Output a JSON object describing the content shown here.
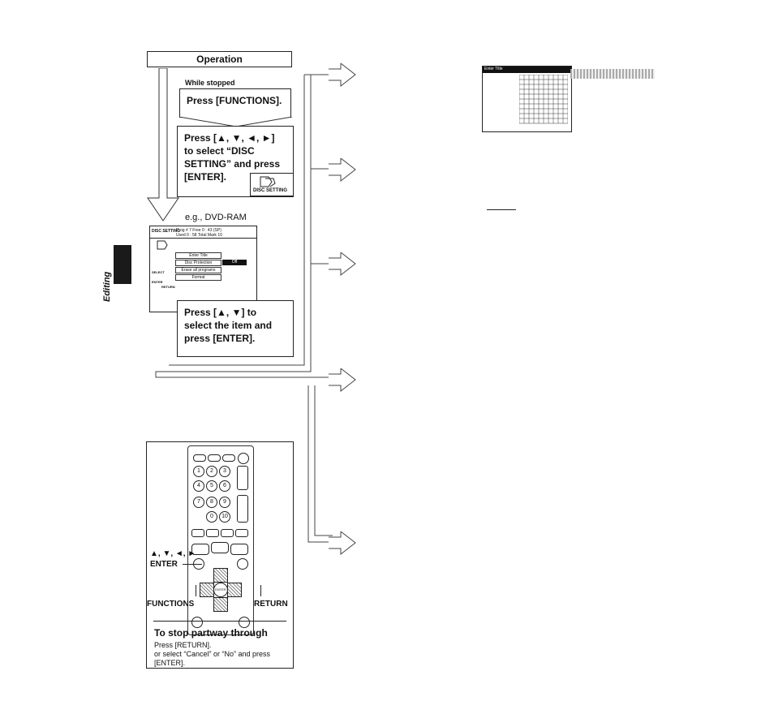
{
  "operation": {
    "title": "Operation",
    "condition": "While stopped"
  },
  "steps": [
    {
      "text": "Press [FUNCTIONS]."
    },
    {
      "text": "Press [▲, ▼, ◄, ►] to select “DISC SETTING” and press [ENTER]."
    },
    {
      "text": "Press [▲, ▼] to select the item and press [ENTER]."
    }
  ],
  "step2_icon_label": "DISC SETTING",
  "example": "e.g., DVD-RAM",
  "screen": {
    "title": "DISC SETTING",
    "info1": "Prog #   7      Free        0 : 43 (SP)",
    "info2": "Used     0 : 58  Total Mark  10",
    "items": [
      "Enter Title",
      "Disc Protection",
      "Erase all programs",
      "Format"
    ],
    "protection_value": "Off",
    "select_label": "SELECT",
    "enter_label": "ENTER",
    "return_label": "RETURN"
  },
  "enter_title_screen": {
    "title": "Enter Title"
  },
  "side_tab": "Editing",
  "remote": {
    "keys": [
      "1",
      "2",
      "3",
      "4",
      "5",
      "6",
      "7",
      "8",
      "9",
      "0",
      "10"
    ],
    "enter_key": "ENTER",
    "arrows_label": "▲, ▼, ◄, ►",
    "enter_label": "ENTER",
    "functions_label": "FUNCTIONS",
    "return_label": "RETURN"
  },
  "stop_partway": {
    "title": "To stop partway through",
    "line1": "Press [RETURN].",
    "line2": "or select “Cancel” or “No” and press [ENTER]."
  }
}
